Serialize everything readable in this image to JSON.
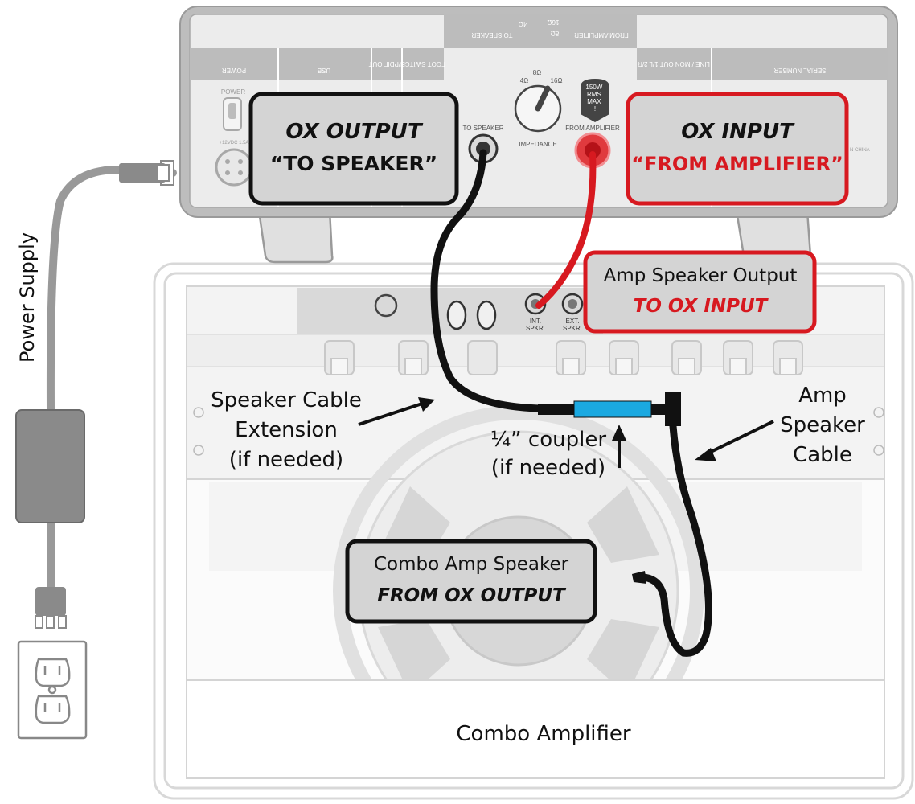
{
  "colors": {
    "accent_red": "#d71920",
    "callout_fill": "#d4d4d4",
    "coupler_blue": "#1ba9e1",
    "cable_black": "#111111",
    "panel_gray": "#e2e2e2",
    "outline_gray": "#9a9a9a"
  },
  "ox_panel": {
    "power_header": "POWER",
    "usb_header": "USB",
    "spdif_header": "S/PDIF OUT",
    "footswitch_header": "FOOT SWITCH",
    "line_header": "LINE / MON OUT 1/L 2/R",
    "serial_header": "SERIAL NUMBER",
    "to_speaker_header": "TO SPEAKER",
    "from_amp_header": "FROM AMPLIFIER",
    "header_ohm_4": "4Ω",
    "header_ohm_8": "8Ω",
    "header_ohm_16": "16Ω",
    "power_label": "POWER",
    "dc_label": "+12VDC 1.5A",
    "to_speaker_label": "TO SPEAKER",
    "from_amp_label": "FROM AMPLIFIER",
    "impedance_label": "IMPEDANCE",
    "ohm_4": "4Ω",
    "ohm_8": "8Ω",
    "ohm_16": "16Ω",
    "rating_line1": "150W",
    "rating_line2": "RMS",
    "rating_line3": "MAX",
    "rating_line4": "!",
    "china_text": "N CHINA"
  },
  "amp_panel": {
    "int_spkr": "INT.\nSPKR.",
    "ext_spkr": "EXT.\nSPKR."
  },
  "callouts": {
    "ox_output_title": "OX OUTPUT",
    "ox_output_sub": "“TO SPEAKER”",
    "ox_input_title": "OX INPUT",
    "ox_input_sub": "“FROM AMPLIFIER”",
    "amp_out_line1": "Amp Speaker Output",
    "amp_out_line2": "TO OX INPUT",
    "combo_line1": "Combo Amp Speaker",
    "combo_line2": "FROM OX OUTPUT"
  },
  "labels": {
    "power_supply": "Power Supply",
    "ext_line1": "Speaker Cable",
    "ext_line2": "Extension",
    "ext_line3": "(if needed)",
    "coupler_line1": "¼” coupler",
    "coupler_line2": "(if needed)",
    "amp_cable_line1": "Amp",
    "amp_cable_line2": "Speaker",
    "amp_cable_line3": "Cable",
    "combo_amp": "Combo Amplifier"
  }
}
